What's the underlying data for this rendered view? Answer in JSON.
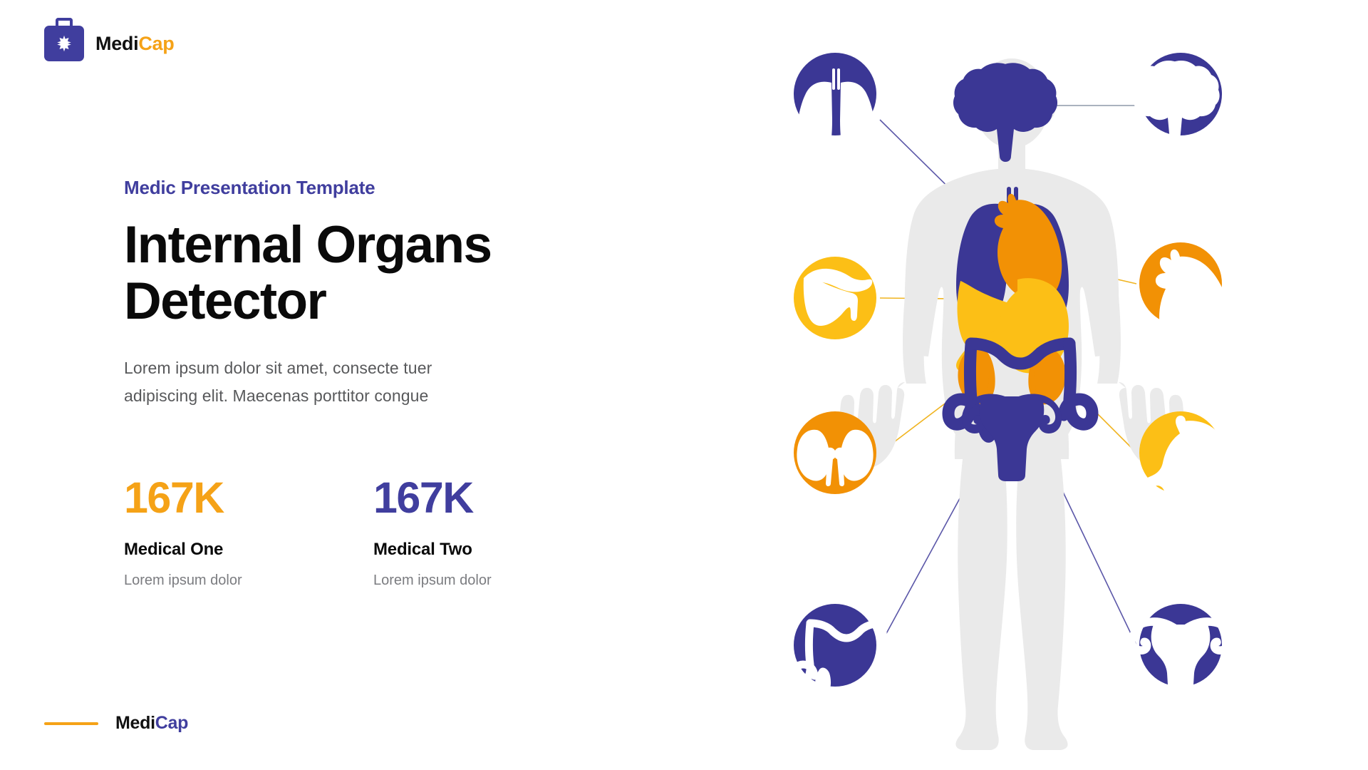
{
  "brand": {
    "icon": "medical-briefcase-icon",
    "name_part1": "Medi",
    "name_part2": "Cap"
  },
  "left": {
    "eyebrow": "Medic Presentation Template",
    "headline_line1": "Internal Organs",
    "headline_line2": "Detector",
    "paragraph_line1": "Lorem ipsum dolor sit amet, consecte tuer",
    "paragraph_line2": "adipiscing elit. Maecenas porttitor congue"
  },
  "stats": [
    {
      "value": "167K",
      "label": "Medical One",
      "caption": "Lorem ipsum dolor",
      "color": "#f5a217"
    },
    {
      "value": "167K",
      "label": "Medical Two",
      "caption": "Lorem ipsum dolor",
      "color": "#403e9e"
    }
  ],
  "footer": {
    "name_part1": "Medi",
    "name_part2": "Cap"
  },
  "infographic": {
    "title": "human-body-organ-diagram",
    "body_silhouette_color": "#eaeaea",
    "nodes": [
      {
        "id": "lungs",
        "icon": "lungs-icon",
        "side": "left",
        "row": 1,
        "circle_color": "#3b3795",
        "glyph_color": "#ffffff",
        "connector_color": "#5b57a8"
      },
      {
        "id": "brain",
        "icon": "brain-icon",
        "side": "right",
        "row": 1,
        "circle_color": "#3b3795",
        "glyph_color": "#ffffff",
        "connector_color": "#8d98a8"
      },
      {
        "id": "liver",
        "icon": "liver-icon",
        "side": "left",
        "row": 2,
        "circle_color": "#fcbf16",
        "glyph_color": "#ffffff",
        "connector_color": "#f0b420"
      },
      {
        "id": "heart",
        "icon": "heart-organ-icon",
        "side": "right",
        "row": 2,
        "circle_color": "#f29105",
        "glyph_color": "#ffffff",
        "connector_color": "#f0b420"
      },
      {
        "id": "kidneys",
        "icon": "kidneys-icon",
        "side": "left",
        "row": 3,
        "circle_color": "#f29105",
        "glyph_color": "#ffffff",
        "connector_color": "#f0b420"
      },
      {
        "id": "stomach",
        "icon": "stomach-icon",
        "side": "right",
        "row": 3,
        "circle_color": "#fcbf16",
        "glyph_color": "#ffffff",
        "connector_color": "#f0b420"
      },
      {
        "id": "intestine",
        "icon": "large-intestine-icon",
        "side": "left",
        "row": 4,
        "circle_color": "#3b3795",
        "glyph_color": "#ffffff",
        "connector_color": "#5b57a8"
      },
      {
        "id": "uterus",
        "icon": "uterus-icon",
        "side": "right",
        "row": 4,
        "circle_color": "#3b3795",
        "glyph_color": "#ffffff",
        "connector_color": "#5b57a8"
      }
    ],
    "body_organs": [
      {
        "id": "brain-in-body",
        "color": "#3b3795"
      },
      {
        "id": "lungs-in-body",
        "color": "#3b3795"
      },
      {
        "id": "heart-in-body",
        "color": "#f29105"
      },
      {
        "id": "liver-in-body",
        "color": "#fcbf16"
      },
      {
        "id": "stomach-in-body",
        "color": "#fcbf16"
      },
      {
        "id": "kidneys-in-body",
        "color": "#f29105"
      },
      {
        "id": "intestine-in-body",
        "color": "#3b3795"
      },
      {
        "id": "uterus-in-body",
        "color": "#3b3795"
      }
    ]
  }
}
